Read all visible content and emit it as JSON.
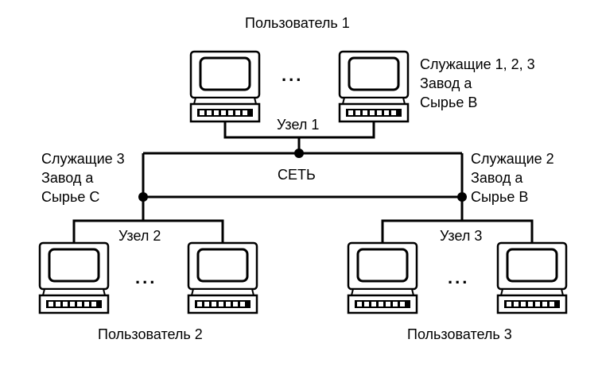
{
  "users": {
    "user1": "Пользователь 1",
    "user2": "Пользователь 2",
    "user3": "Пользователь 3"
  },
  "nodes": {
    "node1": "Узел 1",
    "node2": "Узел 2",
    "node3": "Узел 3"
  },
  "network_label": "СЕТЬ",
  "ellipsis": "...",
  "data_blocks": {
    "node1": [
      "Служащие 1, 2, 3",
      "Завод а",
      "Сырье B"
    ],
    "node2": [
      "Служащие 3",
      "Завод а",
      "Сырье C"
    ],
    "node3": [
      "Служащие 2",
      "Завод а",
      "Сырье B"
    ]
  },
  "colors": {
    "line": "#000000",
    "background": "#ffffff"
  },
  "icon": "computer-terminal-icon"
}
